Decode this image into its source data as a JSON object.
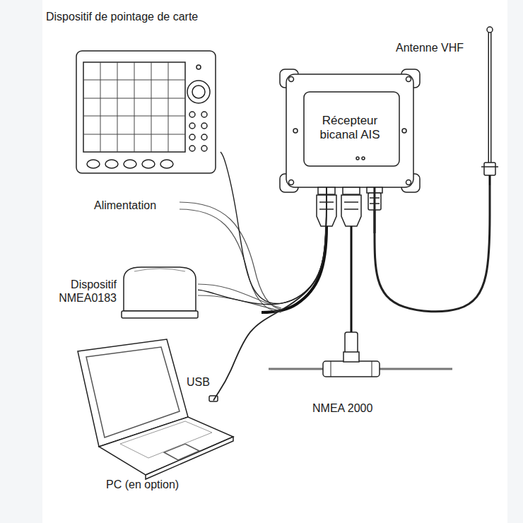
{
  "diagram": {
    "nodes": [
      {
        "text": [
          "Dispositif de pointage de carte"
        ]
      },
      {
        "text": [
          "Antenne VHF"
        ]
      },
      {
        "text": [
          "Récepteur bicanal AIS"
        ]
      },
      {
        "text": [
          "Dispositif NMEA0183"
        ]
      },
      {
        "text": [
          "PC (en option)"
        ]
      }
    ],
    "edges": [
      {
        "from": 2,
        "to": 0,
        "arrow": "none"
      },
      {
        "from": 2,
        "to": 1,
        "arrow": "none"
      },
      {
        "from": 2,
        "to": 3,
        "arrow": "none"
      },
      {
        "from": 2,
        "to": 4,
        "label": "USB",
        "arrow": "none"
      }
    ],
    "labels": [
      "Alimentation",
      "NMEA 2000"
    ]
  }
}
